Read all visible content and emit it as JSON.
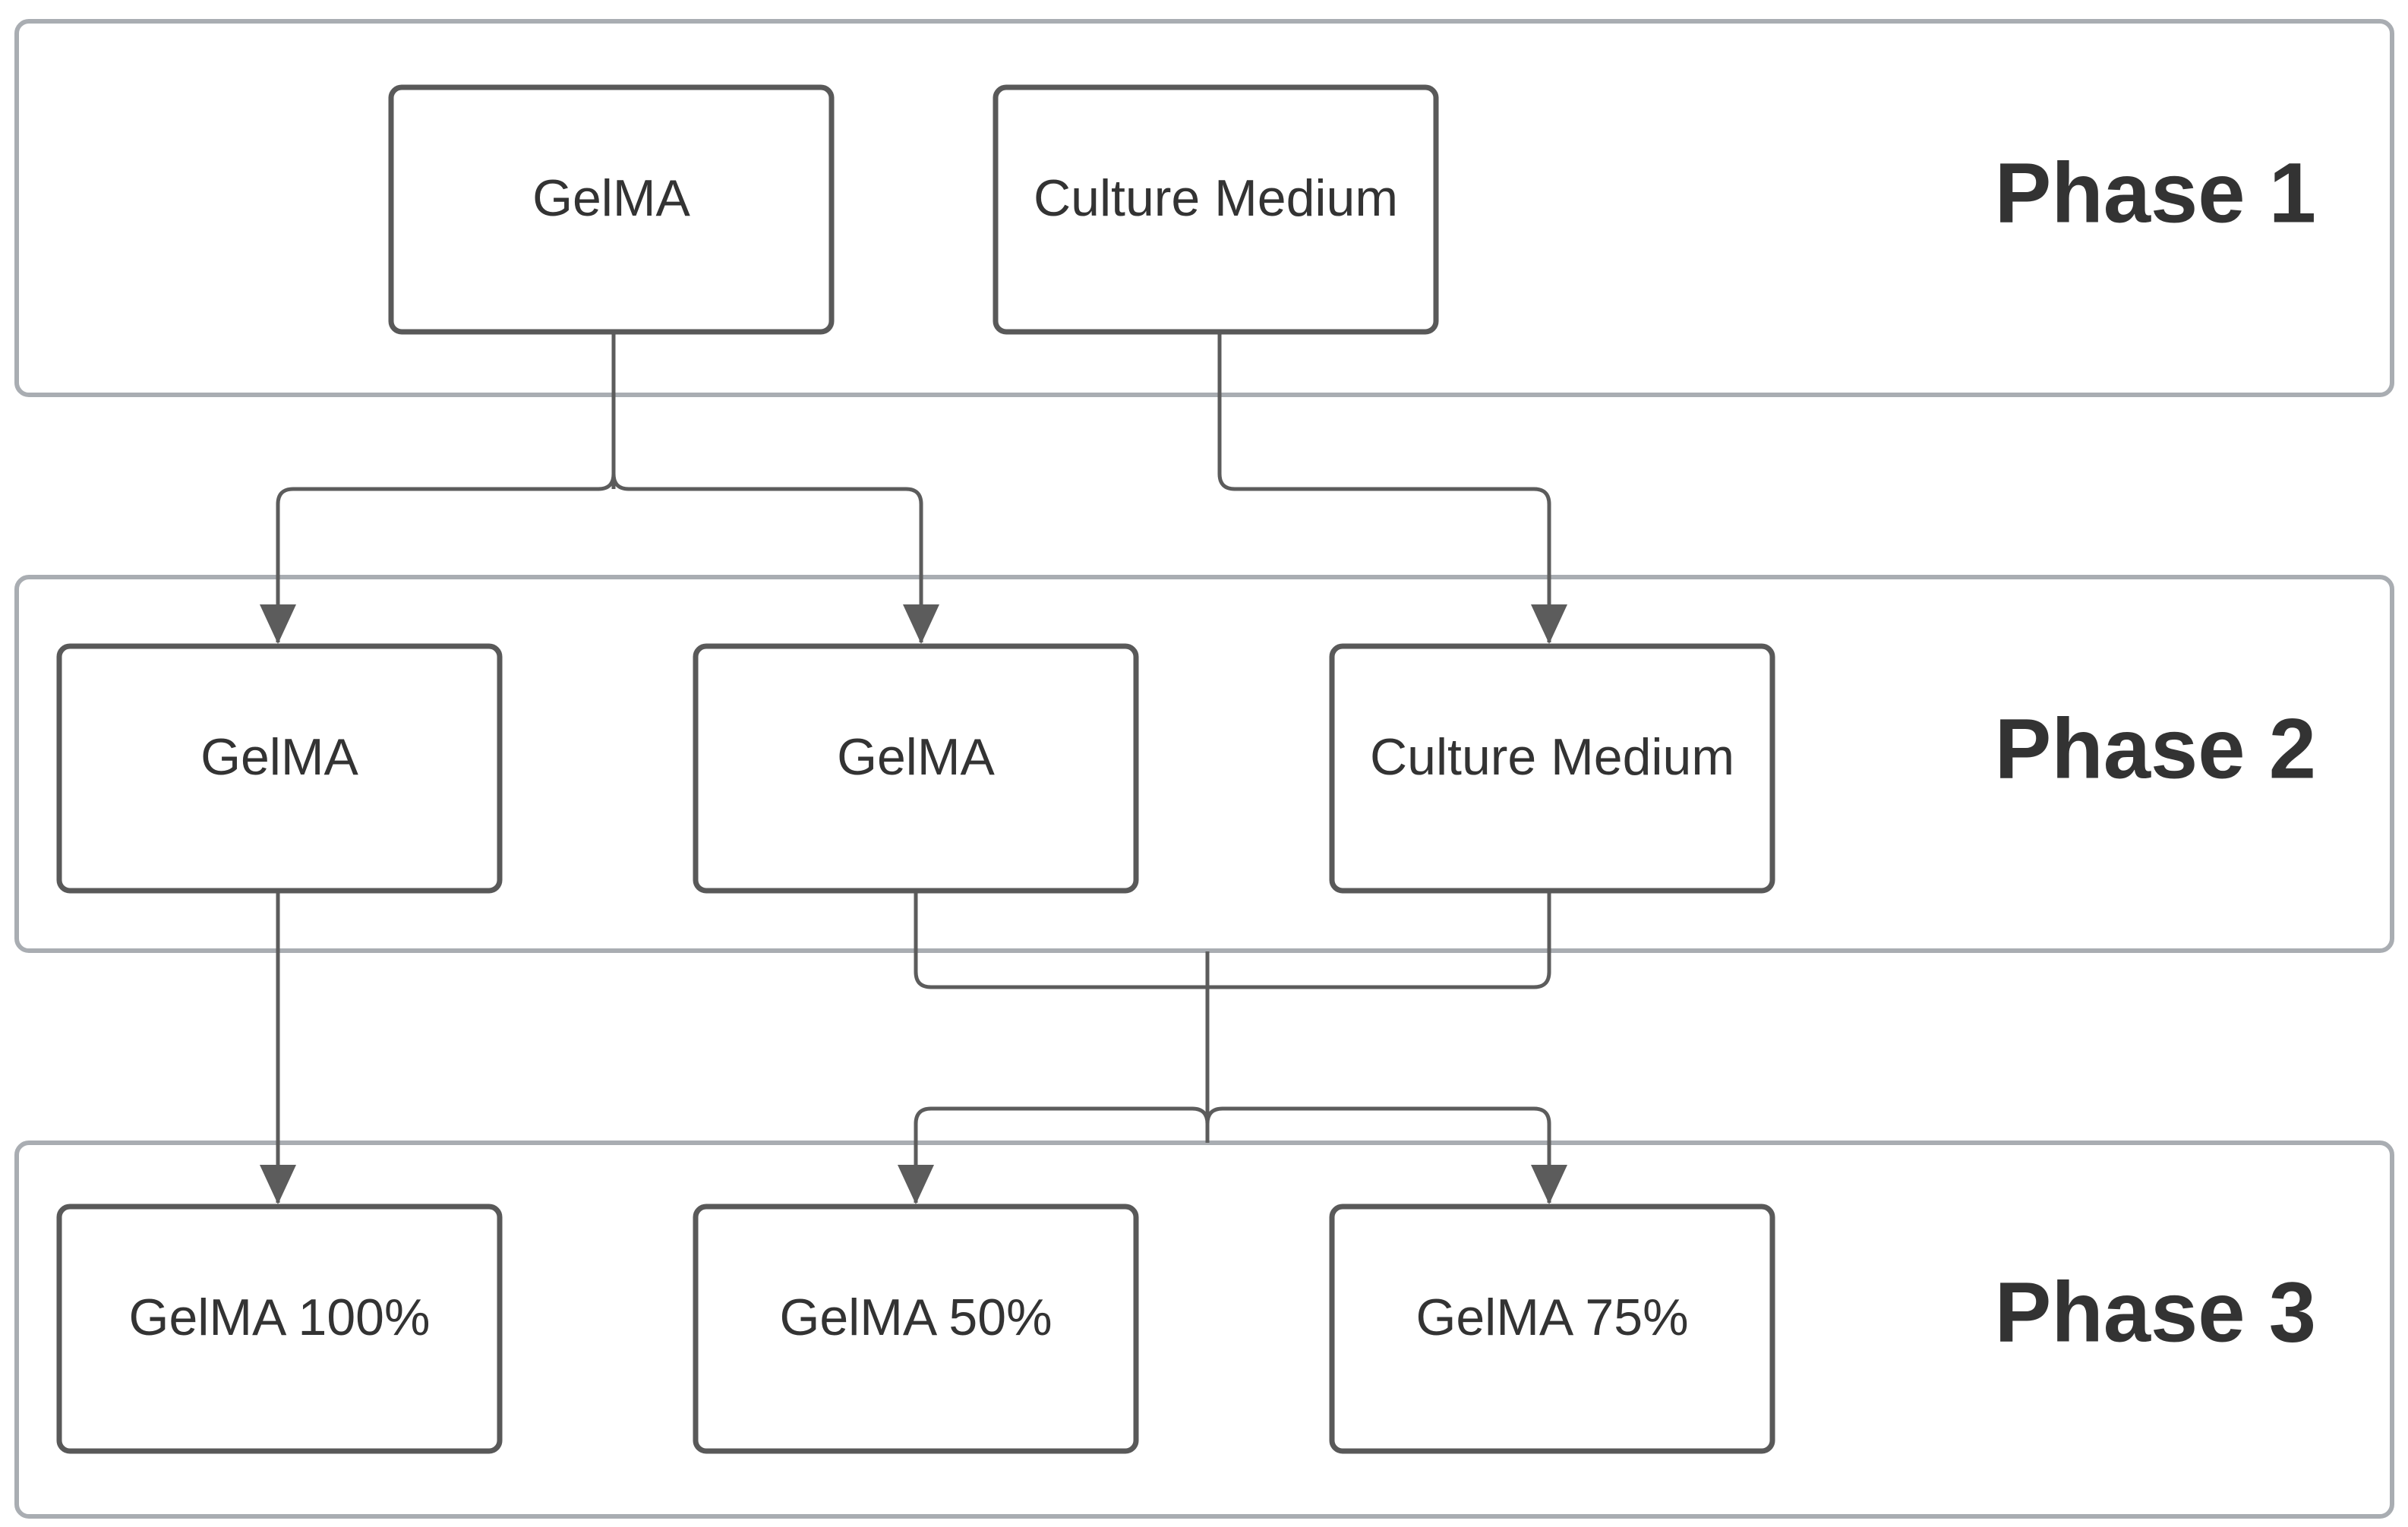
{
  "colors": {
    "panel_stroke": "#a9adb2",
    "node_stroke": "#595959",
    "edge": "#5c5c5c",
    "text": "#333333"
  },
  "phases": [
    {
      "label": "Phase 1"
    },
    {
      "label": "Phase 2"
    },
    {
      "label": "Phase 3"
    }
  ],
  "nodes": {
    "p1_gelma": "GelMA",
    "p1_medium": "Culture Medium",
    "p2_gelma_a": "GelMA",
    "p2_gelma_b": "GelMA",
    "p2_medium": "Culture Medium",
    "p3_gelma_100": "GelMA 100%",
    "p3_gelma_50": "GelMA 50%",
    "p3_gelma_75": "GelMA 75%"
  },
  "edges": [
    {
      "from": "p1_gelma",
      "to": "p2_gelma_a"
    },
    {
      "from": "p1_gelma",
      "to": "p2_gelma_b"
    },
    {
      "from": "p1_medium",
      "to": "p2_medium"
    },
    {
      "from": "p2_gelma_a",
      "to": "p3_gelma_100"
    },
    {
      "from": [
        "p2_gelma_b",
        "p2_medium"
      ],
      "to": "p3_gelma_50"
    },
    {
      "from": [
        "p2_gelma_b",
        "p2_medium"
      ],
      "to": "p3_gelma_75"
    }
  ]
}
